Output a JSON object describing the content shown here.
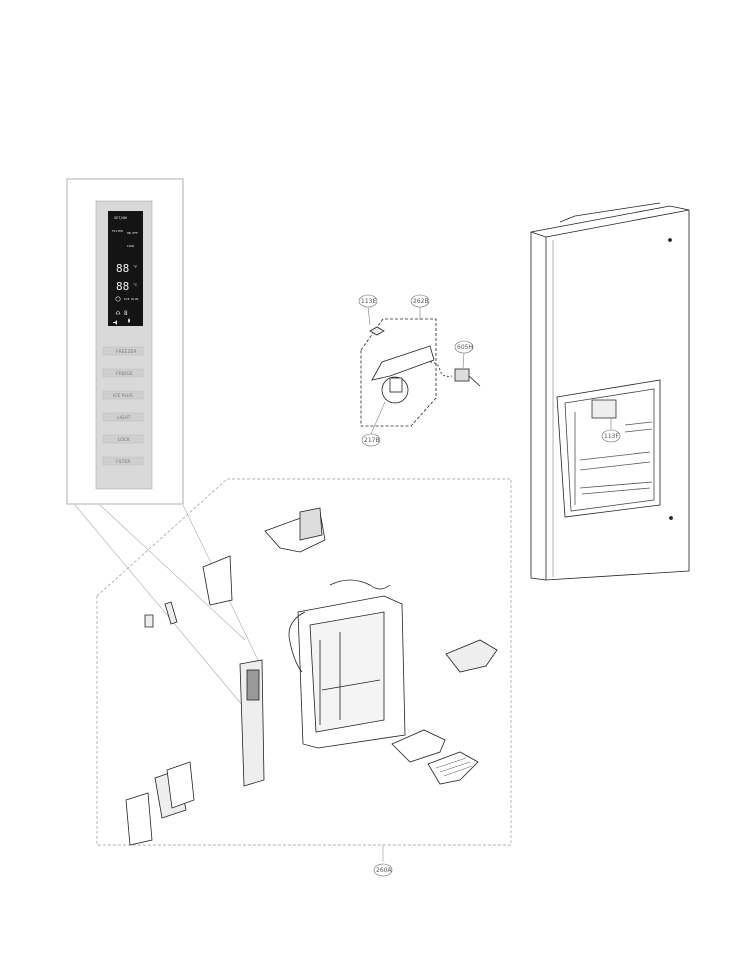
{
  "callouts": {
    "c113e": "113E",
    "c262b": "262B",
    "c605h": "605H",
    "c217b": "217B",
    "c113f": "113F",
    "c260a": "260A"
  },
  "lcd": {
    "setup": "SET/ON",
    "filter": "FILTER",
    "onoff": "ON OFF",
    "lock": "LOCK",
    "temp1": "88",
    "temp2": "88",
    "unit_f": "°F",
    "unit_c": "°C",
    "ice_plus": "ICE PLUS",
    "small": "8"
  },
  "buttons": [
    "FREEZER",
    "FRIDGE",
    "ICE PLUS",
    "LIGHT",
    "LOCK",
    "FILTER"
  ],
  "colors": {
    "line": "#222222",
    "lcd_bg": "#141414",
    "panel": "#dcdcdc"
  }
}
